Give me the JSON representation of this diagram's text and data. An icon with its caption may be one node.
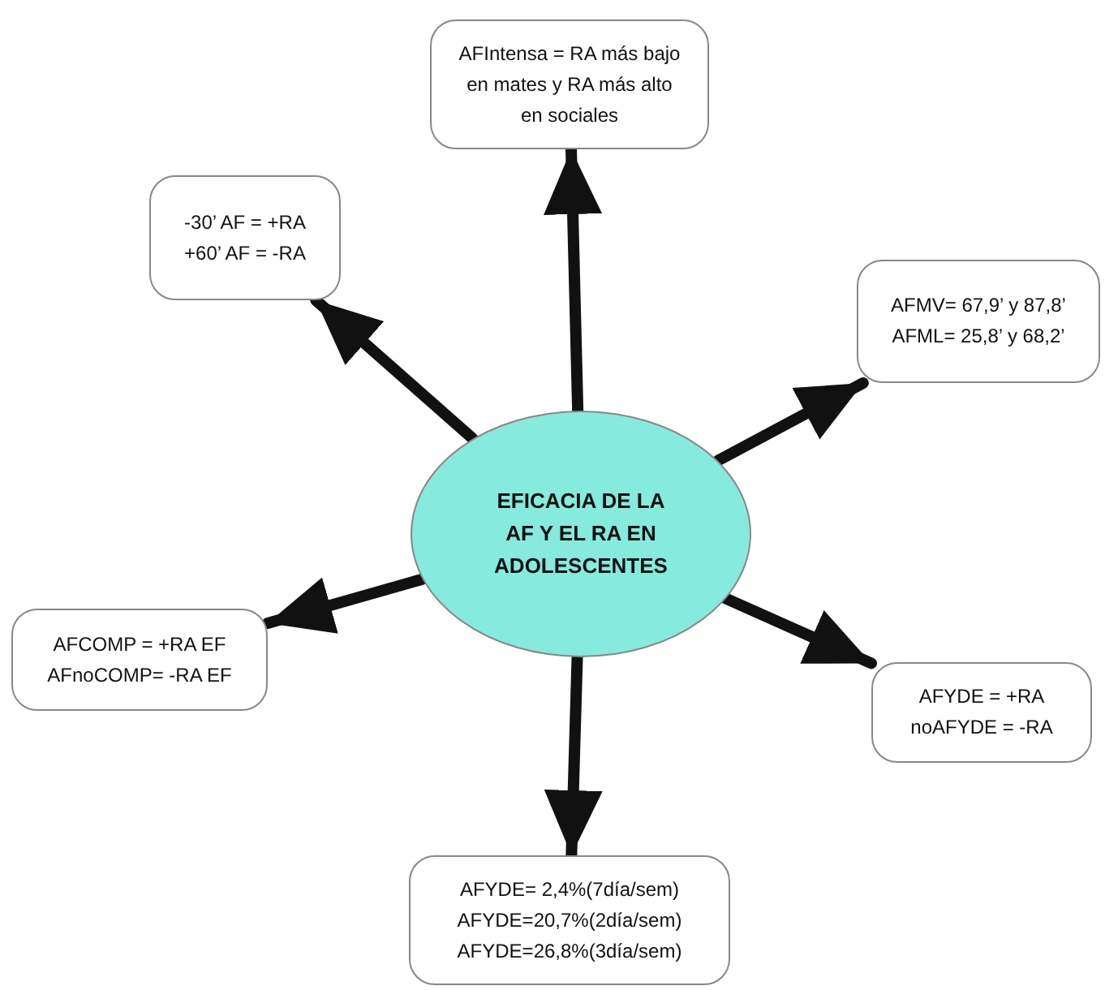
{
  "diagram": {
    "nodes": [
      {
        "text": [
          "EFICACIA DE LA AF Y EL RA EN ADOLESCENTES"
        ]
      },
      {
        "text": [
          "AFIntensa = RA más bajo en mates y RA más alto en sociales"
        ]
      },
      {
        "text": [
          "-30’ AF = +RA",
          "+60’ AF = -RA"
        ]
      },
      {
        "text": [
          "AFMV= 67,9’ y 87,8’",
          "AFML= 25,8’ y 68,2’"
        ]
      },
      {
        "text": [
          "AFCOMP = +RA EF",
          "AFnoCOMP= -RA EF"
        ]
      },
      {
        "text": [
          "AFYDE = +RA",
          "noAFYDE = -RA"
        ]
      },
      {
        "text": [
          "AFYDE= 2,4%(7día/sem)",
          "AFYDE=20,7%(2día/sem)",
          "AFYDE=26,8%(3día/sem)"
        ]
      }
    ],
    "edges": [
      {
        "from": 0,
        "to": 1,
        "arrow": "to"
      },
      {
        "from": 0,
        "to": 2,
        "arrow": "to"
      },
      {
        "from": 0,
        "to": 3,
        "arrow": "to"
      },
      {
        "from": 0,
        "to": 4,
        "arrow": "to"
      },
      {
        "from": 0,
        "to": 5,
        "arrow": "to"
      },
      {
        "from": 0,
        "to": 6,
        "arrow": "to"
      }
    ]
  }
}
